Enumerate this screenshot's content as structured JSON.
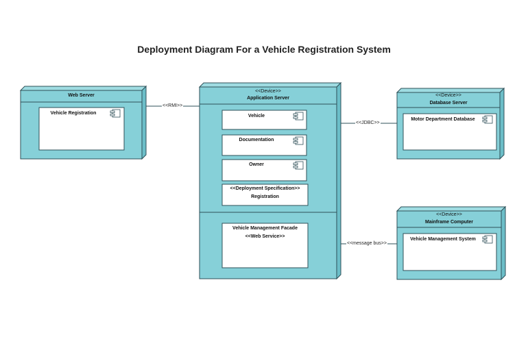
{
  "title": "Deployment Diagram For a Vehicle Registration System",
  "nodes": {
    "web_server": {
      "name": "Web Server"
    },
    "application_server": {
      "stereotype": "<<Device>>",
      "name": "Application Server"
    },
    "database_server": {
      "stereotype": "<<Device>>",
      "name": "Database Server"
    },
    "mainframe_computer": {
      "stereotype": "<<Device>>",
      "name": "Mainframe Computer"
    }
  },
  "components": {
    "vehicle_registration": {
      "name": "Vehicle Registration"
    },
    "vehicle": {
      "name": "Vehicle"
    },
    "documentation": {
      "name": "Documentation"
    },
    "owner": {
      "name": "Owner"
    },
    "registration": {
      "stereotype": "<<Deployment Specification>>",
      "name": "Registration"
    },
    "vehicle_management_facade": {
      "name": "Vehicle Management Facade",
      "stereotype": "<<Web Service>>"
    },
    "motor_department_database": {
      "name": "Motor Department Database"
    },
    "vehicle_management_system": {
      "name": "Vehicle Management System"
    }
  },
  "connections": {
    "rmi": "<<RMI>>",
    "jdbc": "<<JDBC>>",
    "message_bus": "<<message bus>>"
  },
  "colors": {
    "node_fill": "#86d0d8",
    "node_stroke": "#2e4f57",
    "component_fill": "#ffffff"
  }
}
